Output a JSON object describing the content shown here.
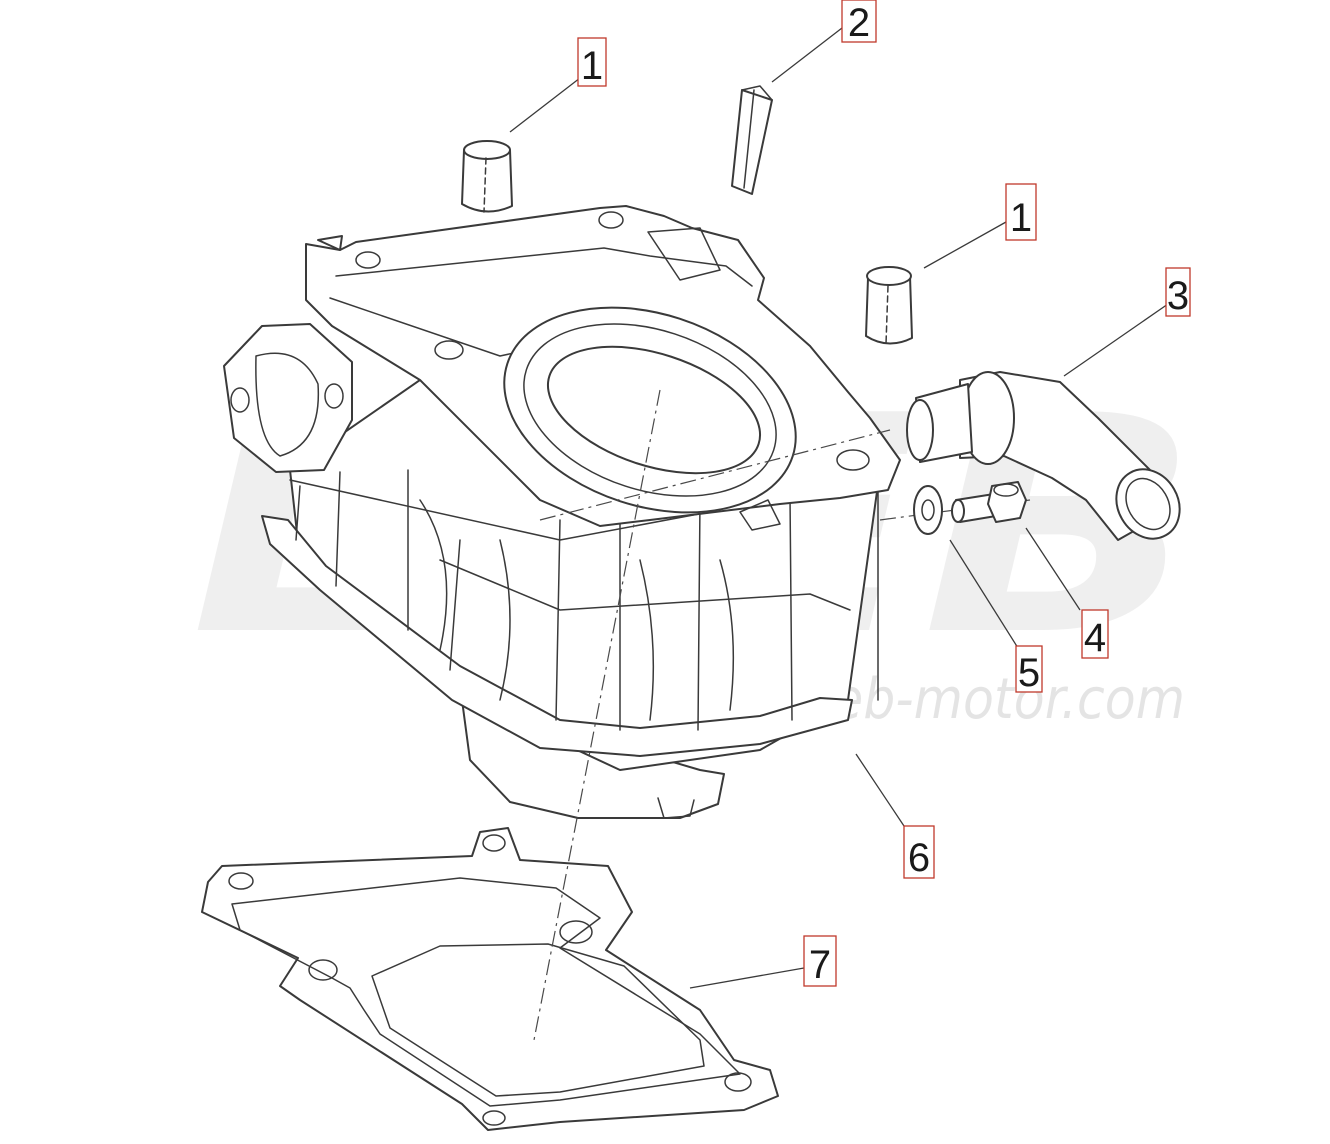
{
  "watermark": {
    "brand": "LEEB",
    "url": "www.leeb-motor.com"
  },
  "callouts": [
    {
      "label": "1"
    },
    {
      "label": "2"
    },
    {
      "label": "1"
    },
    {
      "label": "3"
    },
    {
      "label": "4"
    },
    {
      "label": "5"
    },
    {
      "label": "6"
    },
    {
      "label": "7"
    }
  ],
  "parts": {
    "dowel_pin": "dowel-pin",
    "chain_guide": "chain-guide",
    "water_outlet": "water-outlet-elbow",
    "bolt": "bolt",
    "washer": "washer",
    "cylinder": "cylinder-block",
    "gasket": "cylinder-base-gasket"
  }
}
